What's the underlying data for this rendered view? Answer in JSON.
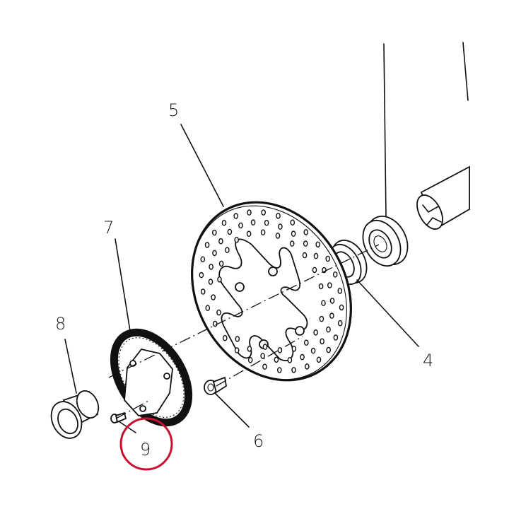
{
  "callouts": {
    "c4": "4",
    "c5": "5",
    "c6": "6",
    "c7": "7",
    "c8": "8",
    "c9": "9"
  },
  "colors": {
    "line": "#111111",
    "highlight": "#c8102e",
    "background": "#ffffff"
  }
}
